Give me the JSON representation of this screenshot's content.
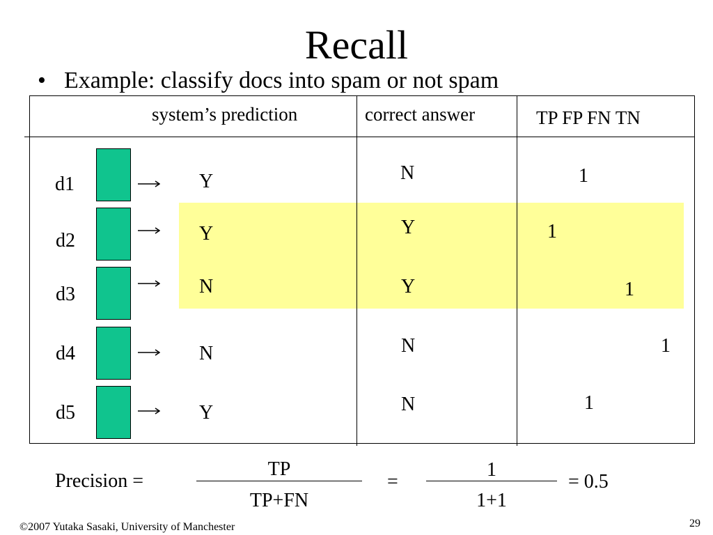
{
  "slide": {
    "title": "Recall",
    "bullet_marker": "•",
    "bullet_text": "Example: classify docs into spam or not spam"
  },
  "table": {
    "headers": {
      "prediction": "system’s prediction",
      "answer": "correct answer",
      "counts": "TP FP FN TN"
    },
    "rows": [
      {
        "doc": "d1",
        "prediction": "Y",
        "answer": "N",
        "count": "1"
      },
      {
        "doc": "d2",
        "prediction": "Y",
        "answer": "Y",
        "count": "1"
      },
      {
        "doc": "d3",
        "prediction": "N",
        "answer": "Y",
        "count": "1"
      },
      {
        "doc": "d4",
        "prediction": "N",
        "answer": "N",
        "count": "1"
      },
      {
        "doc": "d5",
        "prediction": "Y",
        "answer": "N",
        "count": "1"
      }
    ],
    "highlight_color": "#ffff99",
    "doc_color": "#10c48e"
  },
  "formula": {
    "label": "Precision =",
    "numerator": "TP",
    "denominator": "TP+FN",
    "equals": "=",
    "num_value": "1",
    "den_value": "1+1",
    "result": "= 0.5"
  },
  "footer": {
    "copyright": "©2007 Yutaka Sasaki, University of Manchester",
    "page_number": "29"
  }
}
